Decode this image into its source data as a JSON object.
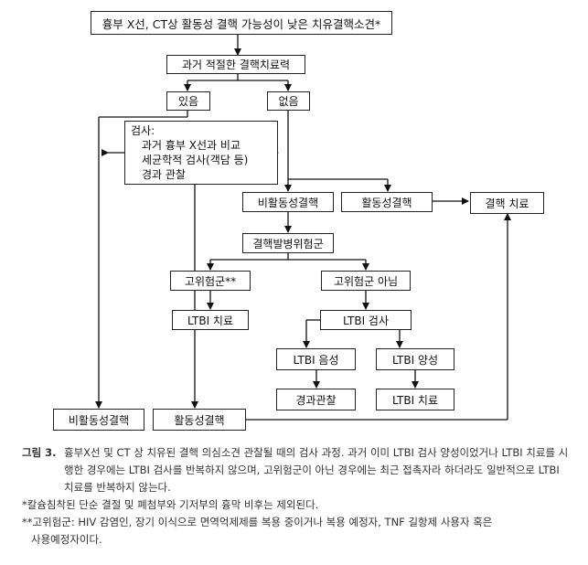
{
  "nodes": {
    "top": "흉부 X선, CT상 활동성 결핵 가능성이 낮은 치유결핵소견*",
    "past_treatment": "과거 적절한 결핵치료력",
    "yes": "있음",
    "no": "없음",
    "exam_title": "검사:",
    "exam_items": [
      "과거 흉부 X선과 비교",
      "세균학적 검사(객담 등)",
      "경과 관찰"
    ],
    "inactive_tb": "비활동성결핵",
    "active_tb": "활동성결핵",
    "tb_treatment": "결핵 치료",
    "risk_group": "결핵발병위험군",
    "high_risk": "고위험군**",
    "not_high_risk": "고위험군 아님",
    "ltbi_treatment_1": "LTBI 치료",
    "ltbi_test": "LTBI 검사",
    "ltbi_negative": "LTBI 음성",
    "ltbi_positive": "LTBI 양성",
    "observation": "경과관찰",
    "ltbi_treatment_2": "LTBI 치료",
    "inactive_tb_2": "비활동성결핵",
    "active_tb_2": "활동성결핵"
  },
  "caption": {
    "label": "그림 3.",
    "text": "흉부X선 및 CT 상 치유된 결핵 의심소견 관찰될 때의 검사 과정. 과거 이미 LTBI 검사 양성이었거나 LTBI 치료를 시행한 경우에는 LTBI 검사를 반복하지 않으며, 고위험군이 아닌 경우에는 최근 접촉자라 하더라도 일반적으로 LTBI 치료를 반복하지 않는다.",
    "note1": "*칼슘침착된 단순 결절 및 폐첨부와 기저부의 흉막 비후는 제외된다.",
    "note2_first": "**고위험군: HIV 감염인, 장기 이식으로 면역억제제를 복용 중이거나 복용 예정자, TNF 길항제 사용자 혹은",
    "note2_cont": "사용예정자이다."
  }
}
